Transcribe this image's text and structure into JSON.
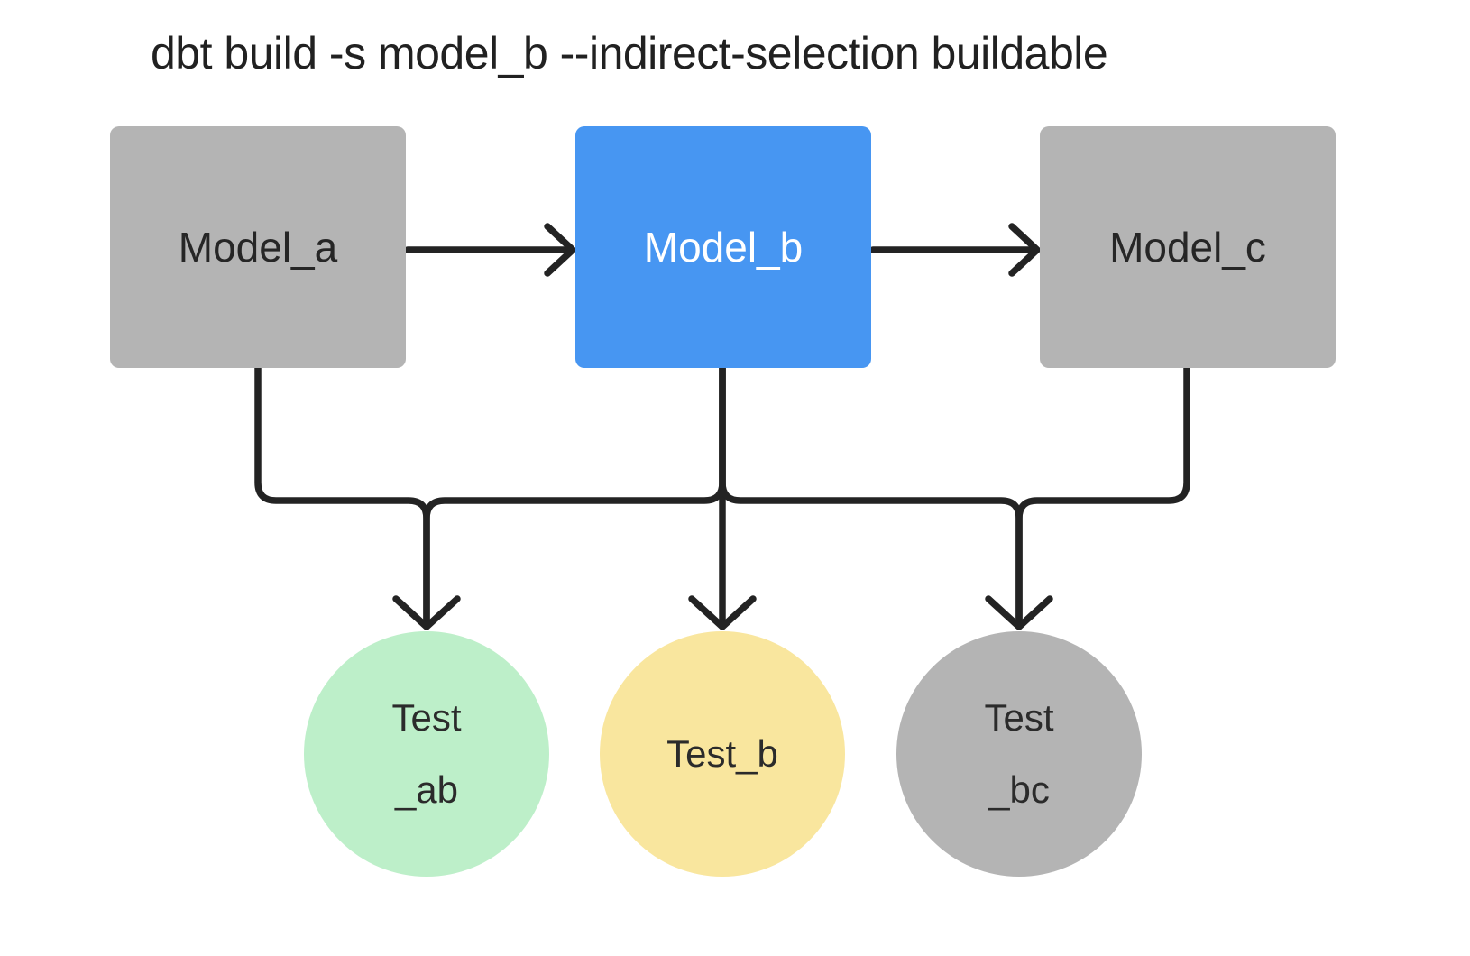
{
  "title": "dbt build -s model_b --indirect-selection buildable",
  "colors": {
    "selected_model_blue": "#4796f2",
    "unselected_gray": "#b4b4b4",
    "test_pass_green": "#bdefc9",
    "test_direct_yellow": "#f9e69e",
    "edge_stroke": "#232323",
    "label_dark": "#262626",
    "label_light": "#ffffff",
    "background": "#ffffff"
  },
  "nodes": {
    "models": [
      {
        "id": "model_a",
        "label": "Model_a",
        "state": "not-selected"
      },
      {
        "id": "model_b",
        "label": "Model_b",
        "state": "selected"
      },
      {
        "id": "model_c",
        "label": "Model_c",
        "state": "not-selected"
      }
    ],
    "tests": [
      {
        "id": "test_ab",
        "label": "Test\n_ab",
        "state": "included-green"
      },
      {
        "id": "test_b",
        "label": "Test_b",
        "state": "included-yellow"
      },
      {
        "id": "test_bc",
        "label": "Test\n_bc",
        "state": "not-selected"
      }
    ]
  },
  "edges": [
    {
      "from": "model_a",
      "to": "model_b"
    },
    {
      "from": "model_b",
      "to": "model_c"
    },
    {
      "from": "model_a",
      "to": "test_ab"
    },
    {
      "from": "model_b",
      "to": "test_ab"
    },
    {
      "from": "model_b",
      "to": "test_b"
    },
    {
      "from": "model_b",
      "to": "test_bc"
    },
    {
      "from": "model_c",
      "to": "test_bc"
    }
  ]
}
